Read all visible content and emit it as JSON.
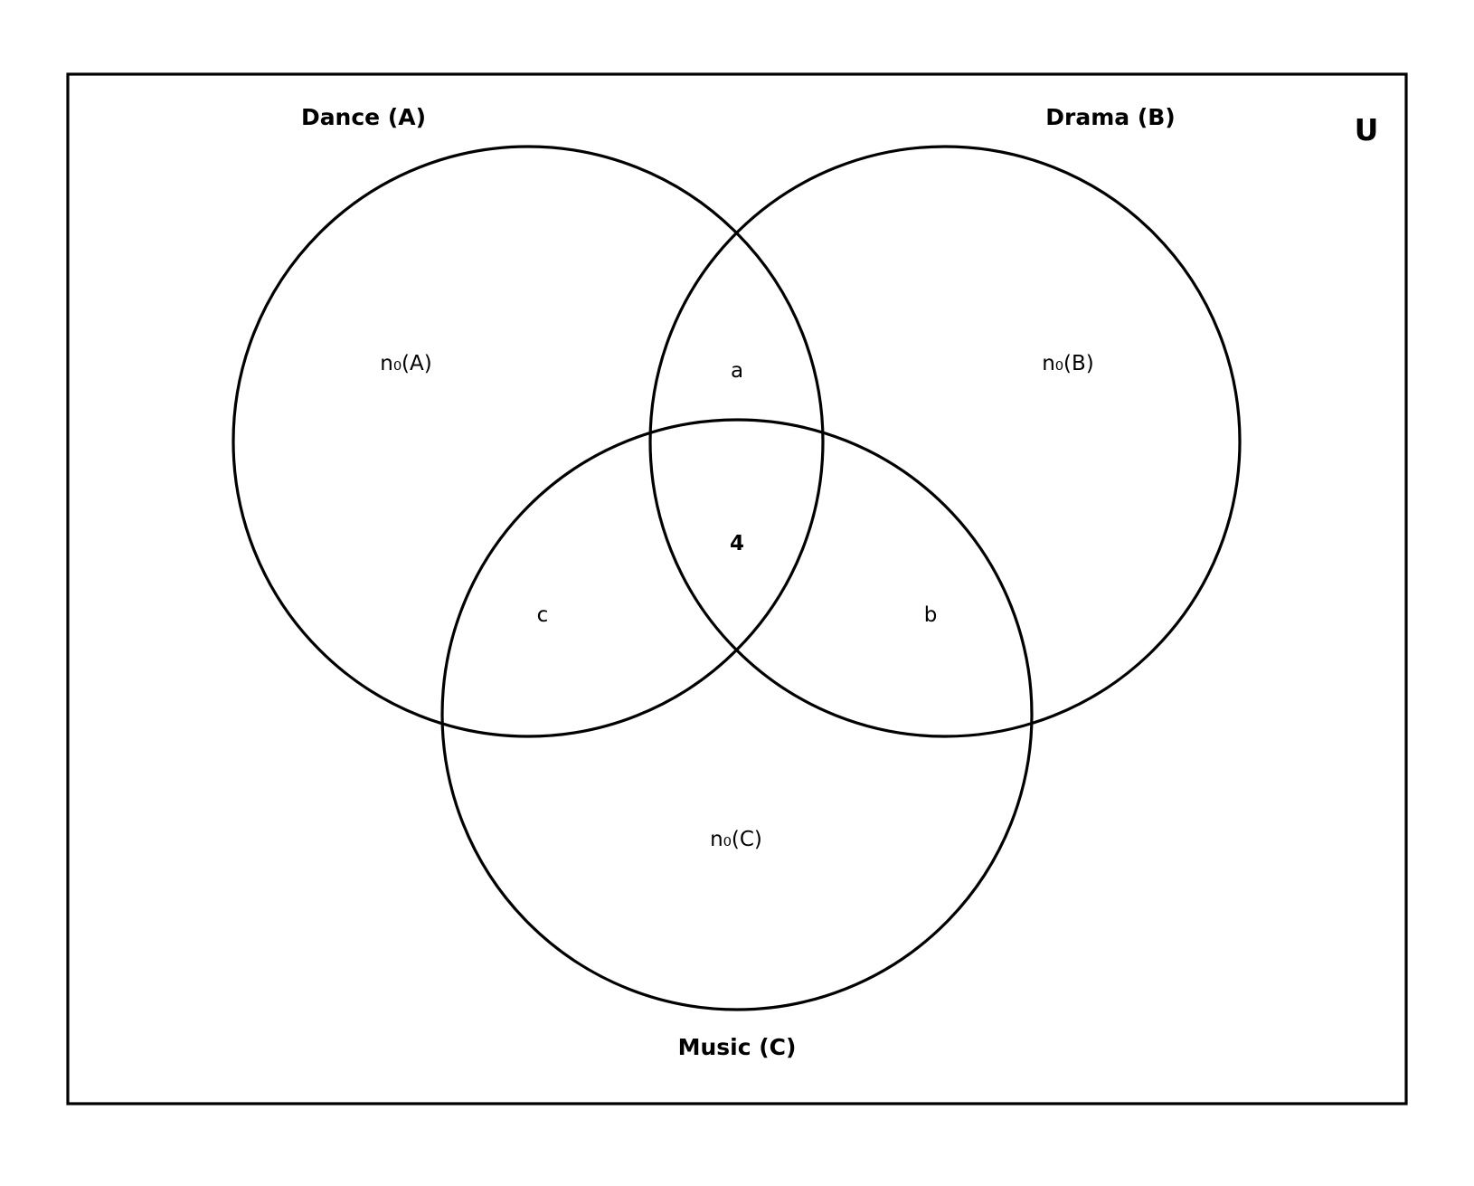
{
  "universe": {
    "label": "U"
  },
  "sets": {
    "a": {
      "title": "Dance (A)"
    },
    "b": {
      "title": "Drama (B)"
    },
    "c": {
      "title": "Music (C)"
    }
  },
  "regions": {
    "only_a": "n₀(A)",
    "only_b": "n₀(B)",
    "only_c": "n₀(C)",
    "a_and_b": "a",
    "b_and_c": "b",
    "a_and_c": "c",
    "all_three": "4"
  }
}
